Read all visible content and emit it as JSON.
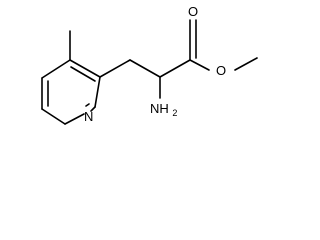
{
  "molecule": {
    "atoms": {
      "nitrogen": "N",
      "amino": "NH",
      "amino_subscript": "2",
      "carbonyl_oxygen": "O",
      "ester_oxygen": "O"
    }
  }
}
